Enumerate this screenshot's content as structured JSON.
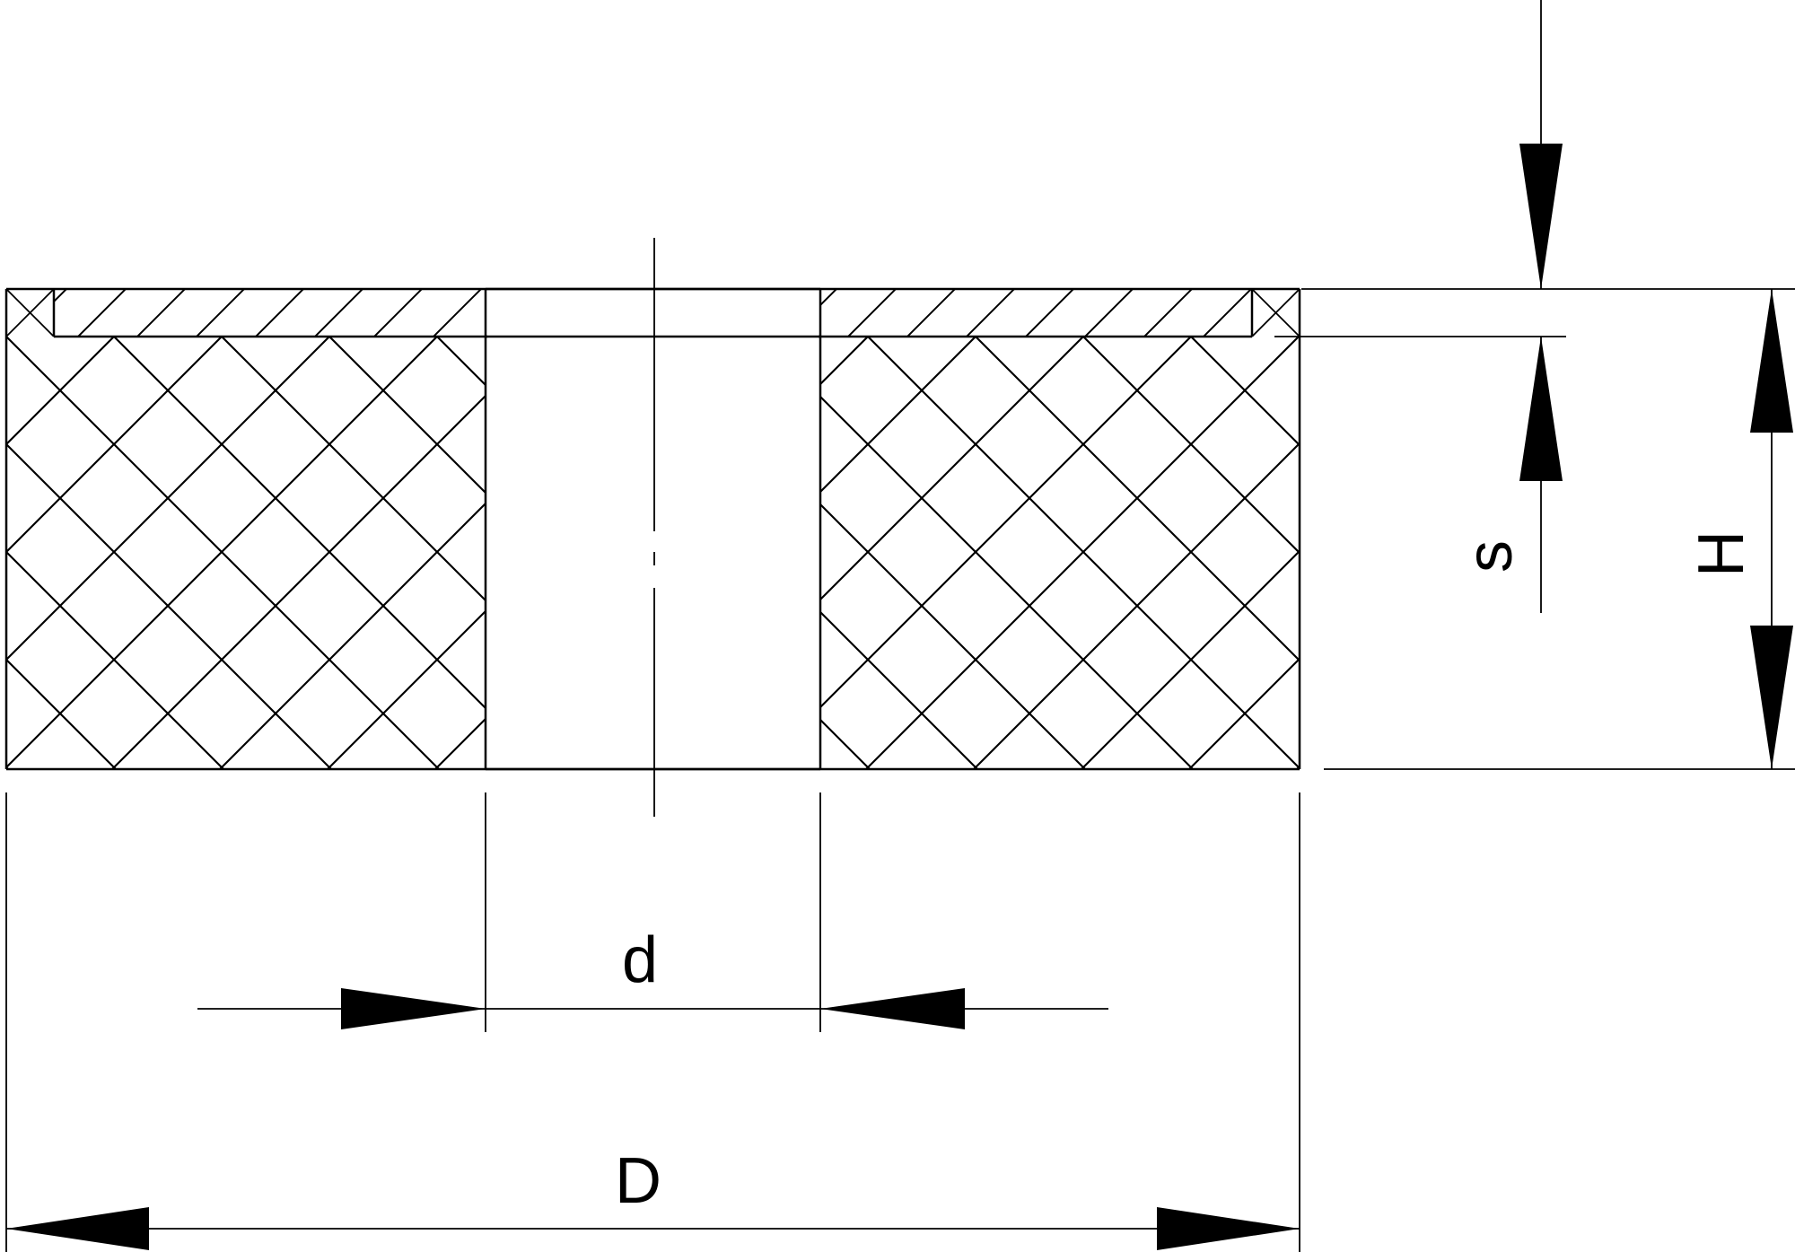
{
  "drawing": {
    "colors": {
      "line": "#000000",
      "background": "#ffffff"
    },
    "dimensions": {
      "d": "d",
      "D": "D",
      "s": "s",
      "H": "H"
    }
  }
}
